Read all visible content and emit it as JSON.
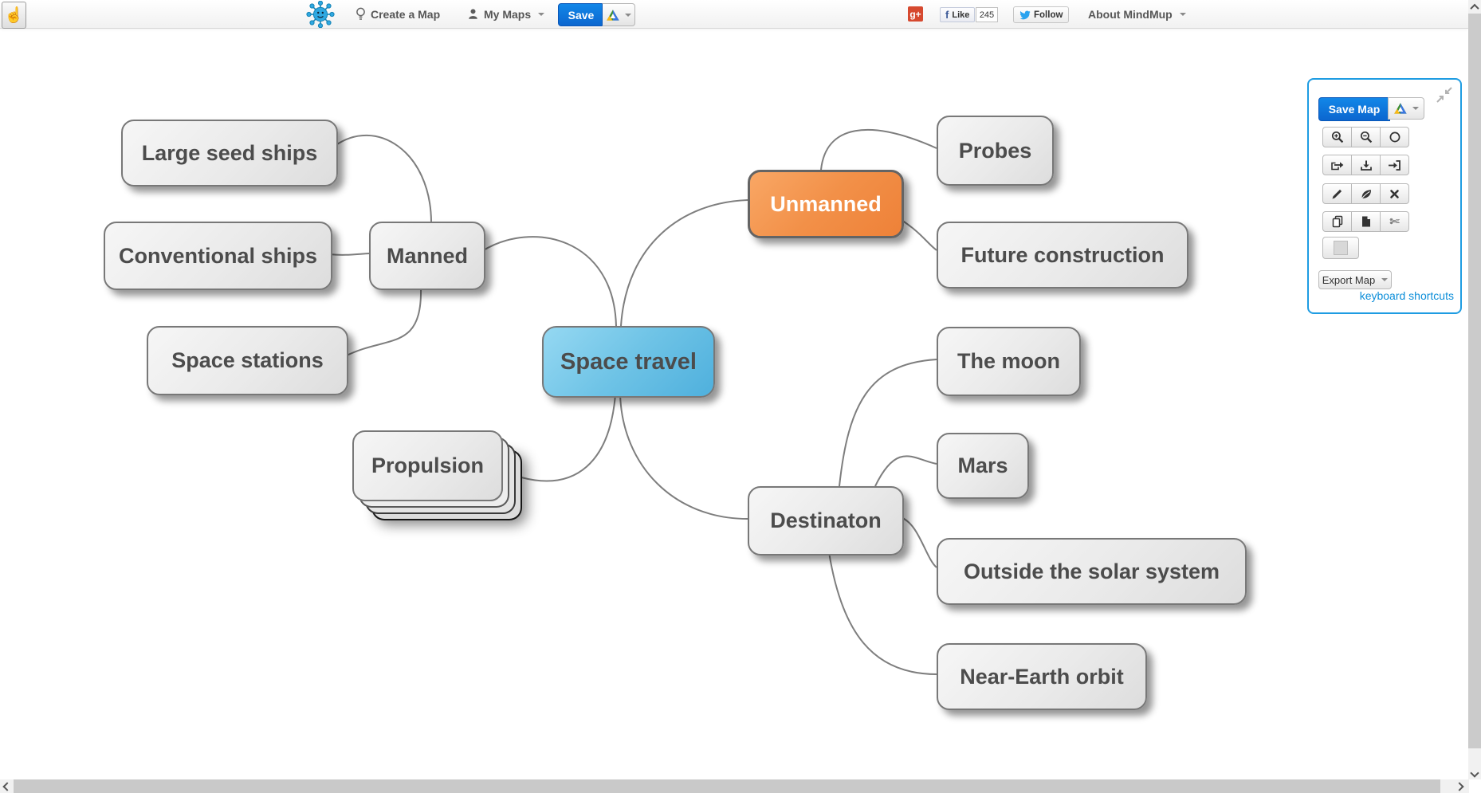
{
  "nav": {
    "create_map": "Create a Map",
    "my_maps": "My Maps",
    "save": "Save",
    "gplus": "g+",
    "fb_like": "Like",
    "fb_count": "245",
    "tw_follow": "Follow",
    "about": "About MindMup"
  },
  "panel": {
    "save_map": "Save Map",
    "export_map": "Export Map",
    "keyboard_shortcuts": "keyboard shortcuts"
  },
  "map": {
    "nodes": {
      "space_travel": "Space travel",
      "manned": "Manned",
      "unmanned": "Unmanned",
      "large_seed_ships": "Large seed ships",
      "conventional_ships": "Conventional ships",
      "space_stations": "Space stations",
      "propulsion": "Propulsion",
      "probes": "Probes",
      "future_construction": "Future construction",
      "destinaton": "Destinaton",
      "the_moon": "The moon",
      "mars": "Mars",
      "outside_solar_system": "Outside the solar system",
      "near_earth_orbit": "Near-Earth orbit"
    }
  },
  "colors": {
    "panel_border": "#1e9ce2",
    "primary_button": "#0d6fd6",
    "node_blue": "#4fb0dd",
    "node_orange": "#ee8138",
    "link": "#0c8ed9",
    "gplus_red": "#d6492f"
  }
}
